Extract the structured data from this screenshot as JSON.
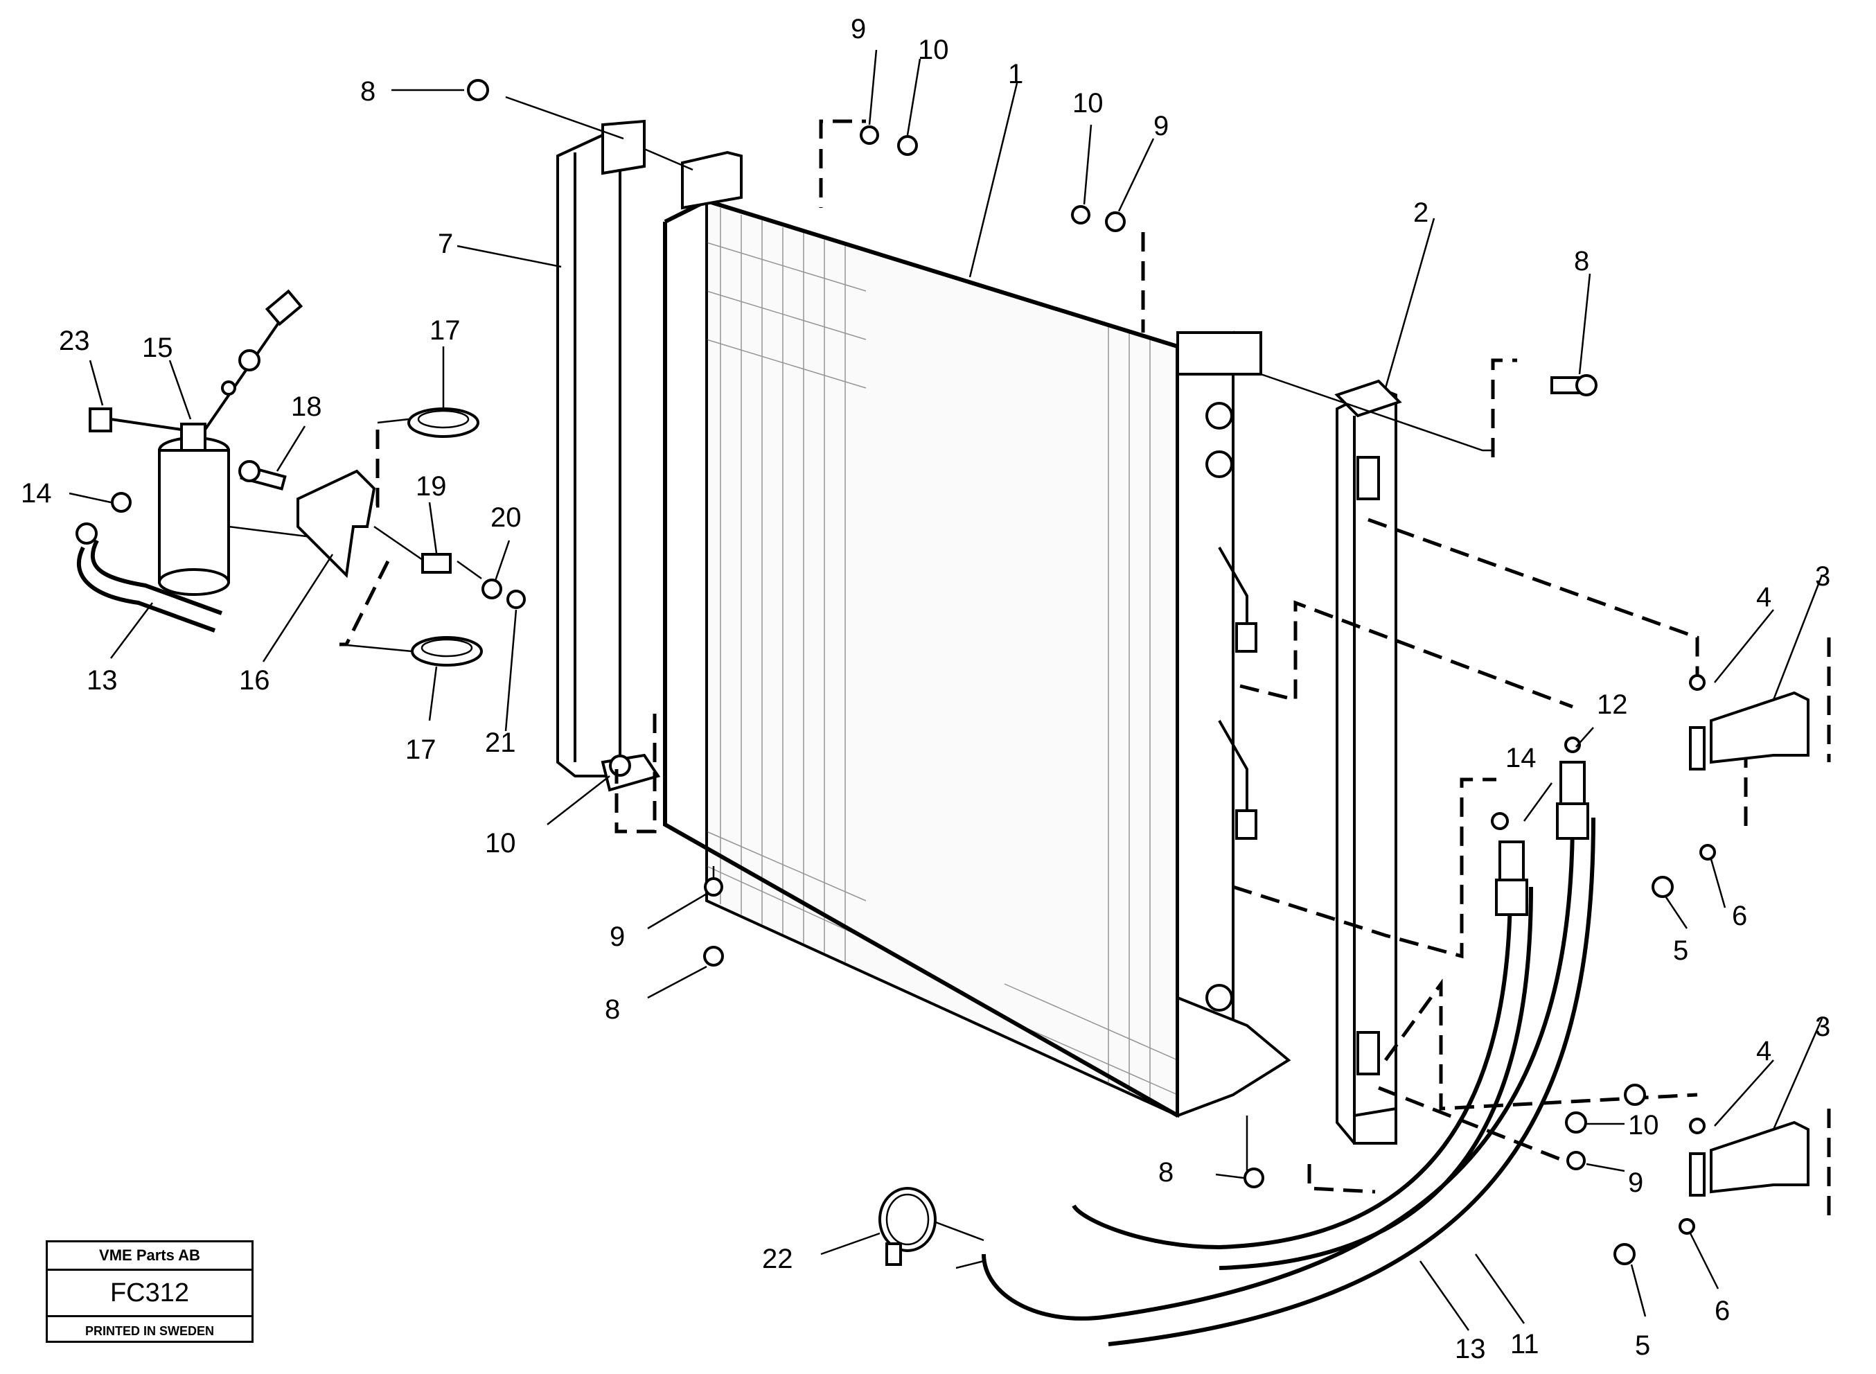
{
  "diagram": {
    "callouts": {
      "c1": "1",
      "c2": "2",
      "c3a": "3",
      "c3b": "3",
      "c4a": "4",
      "c4b": "4",
      "c5a": "5",
      "c5b": "5",
      "c6a": "6",
      "c6b": "6",
      "c7": "7",
      "c8a": "8",
      "c8b": "8",
      "c8c": "8",
      "c8d": "8",
      "c9a": "9",
      "c9b": "9",
      "c9c": "9",
      "c9d": "9",
      "c10a": "10",
      "c10b": "10",
      "c10c": "10",
      "c10d": "10",
      "c11": "11",
      "c12": "12",
      "c13a": "13",
      "c13b": "13",
      "c14a": "14",
      "c14b": "14",
      "c15": "15",
      "c16": "16",
      "c17a": "17",
      "c17b": "17",
      "c18": "18",
      "c19": "19",
      "c20": "20",
      "c21": "21",
      "c22": "22",
      "c23": "23"
    }
  },
  "title_block": {
    "company": "VME Parts AB",
    "code": "FC312",
    "printed": "PRINTED IN SWEDEN"
  }
}
